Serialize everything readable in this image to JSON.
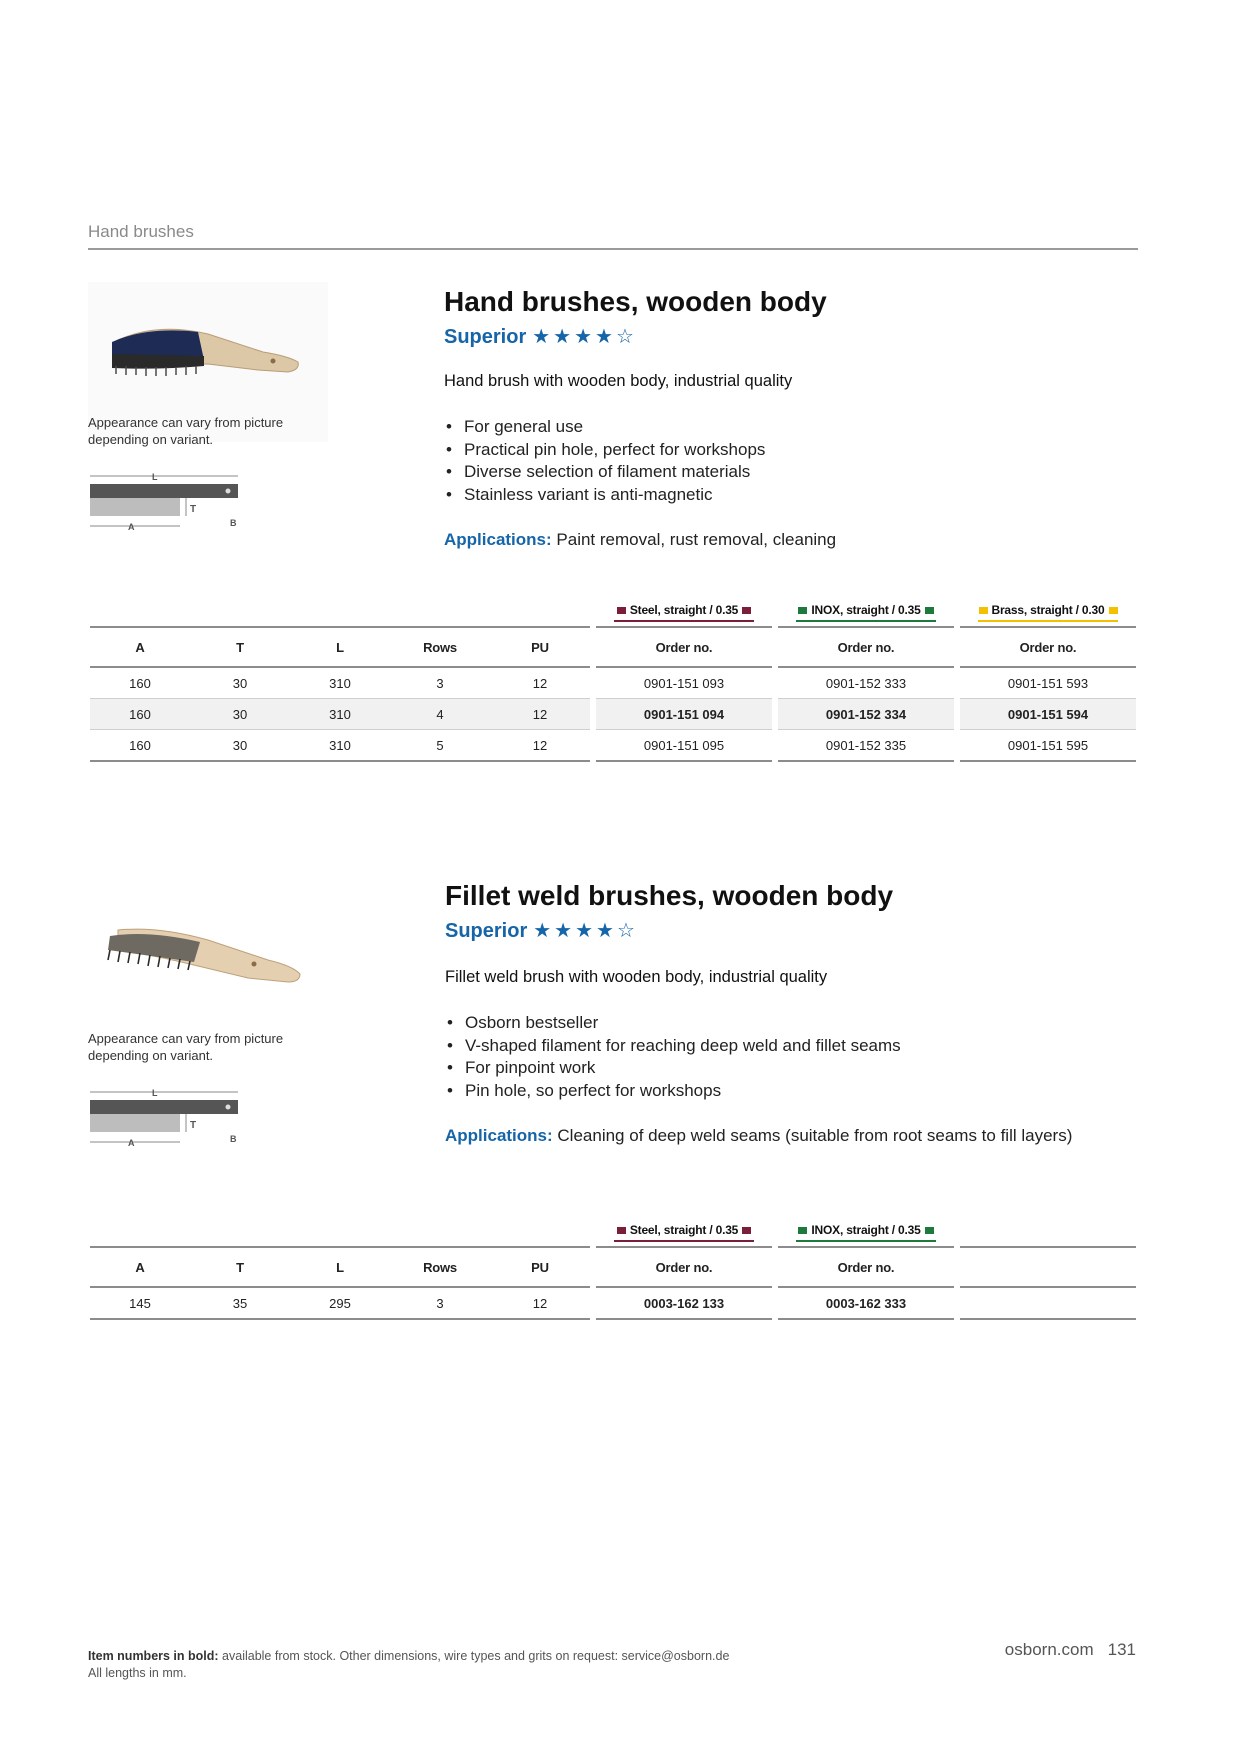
{
  "header": {
    "section": "Hand brushes"
  },
  "products": [
    {
      "title": "Hand brushes, wooden body",
      "rating_label": "Superior",
      "rating": {
        "filled": 4,
        "total": 5
      },
      "photo_caption": "Appearance can vary from picture depending on variant.",
      "subtitle": "Hand brush with wooden body, industrial quality",
      "features": [
        "For general use",
        "Practical pin hole, perfect for workshops",
        "Diverse selection of filament materials",
        "Stainless variant is anti-magnetic"
      ],
      "applications_label": "Applications:",
      "applications_text": "Paint removal, rust removal, cleaning",
      "variants": [
        {
          "label": "Steel, straight / 0.35",
          "color": "#7b1e3a"
        },
        {
          "label": "INOX, straight / 0.35",
          "color": "#1e7a3c"
        },
        {
          "label": "Brass, straight / 0.30",
          "color": "#f2c200"
        }
      ],
      "columns": [
        "A",
        "T",
        "L",
        "Rows",
        "PU"
      ],
      "order_header": "Order no.",
      "rows": [
        {
          "A": "160",
          "T": "30",
          "L": "310",
          "Rows": "3",
          "PU": "12",
          "orders": [
            "0901-151 093",
            "0901-152 333",
            "0901-151 593"
          ],
          "bold": false
        },
        {
          "A": "160",
          "T": "30",
          "L": "310",
          "Rows": "4",
          "PU": "12",
          "orders": [
            "0901-151 094",
            "0901-152 334",
            "0901-151 594"
          ],
          "bold": true
        },
        {
          "A": "160",
          "T": "30",
          "L": "310",
          "Rows": "5",
          "PU": "12",
          "orders": [
            "0901-151 095",
            "0901-152 335",
            "0901-151 595"
          ],
          "bold": false
        }
      ]
    },
    {
      "title": "Fillet weld brushes, wooden body",
      "rating_label": "Superior",
      "rating": {
        "filled": 4,
        "total": 5
      },
      "photo_caption": "Appearance can vary from picture depending on variant.",
      "subtitle": "Fillet weld brush with wooden body, industrial quality",
      "features": [
        "Osborn bestseller",
        "V-shaped filament for reaching deep weld and fillet seams",
        "For pinpoint work",
        "Pin hole, so perfect for workshops"
      ],
      "applications_label": "Applications:",
      "applications_text": "Cleaning of deep weld seams (suitable from root seams to fill layers)",
      "variants": [
        {
          "label": "Steel, straight / 0.35",
          "color": "#7b1e3a"
        },
        {
          "label": "INOX, straight / 0.35",
          "color": "#1e7a3c"
        }
      ],
      "columns": [
        "A",
        "T",
        "L",
        "Rows",
        "PU"
      ],
      "order_header": "Order no.",
      "rows": [
        {
          "A": "145",
          "T": "35",
          "L": "295",
          "Rows": "3",
          "PU": "12",
          "orders": [
            "0003-162 133",
            "0003-162 333"
          ],
          "bold": true
        }
      ]
    }
  ],
  "footer": {
    "note_bold": "Item numbers in bold:",
    "note_text": " available from stock. Other dimensions, wire types and grits on request: service@osborn.de",
    "note_line2": "All lengths in mm.",
    "site": "osborn.com",
    "page": "131"
  }
}
